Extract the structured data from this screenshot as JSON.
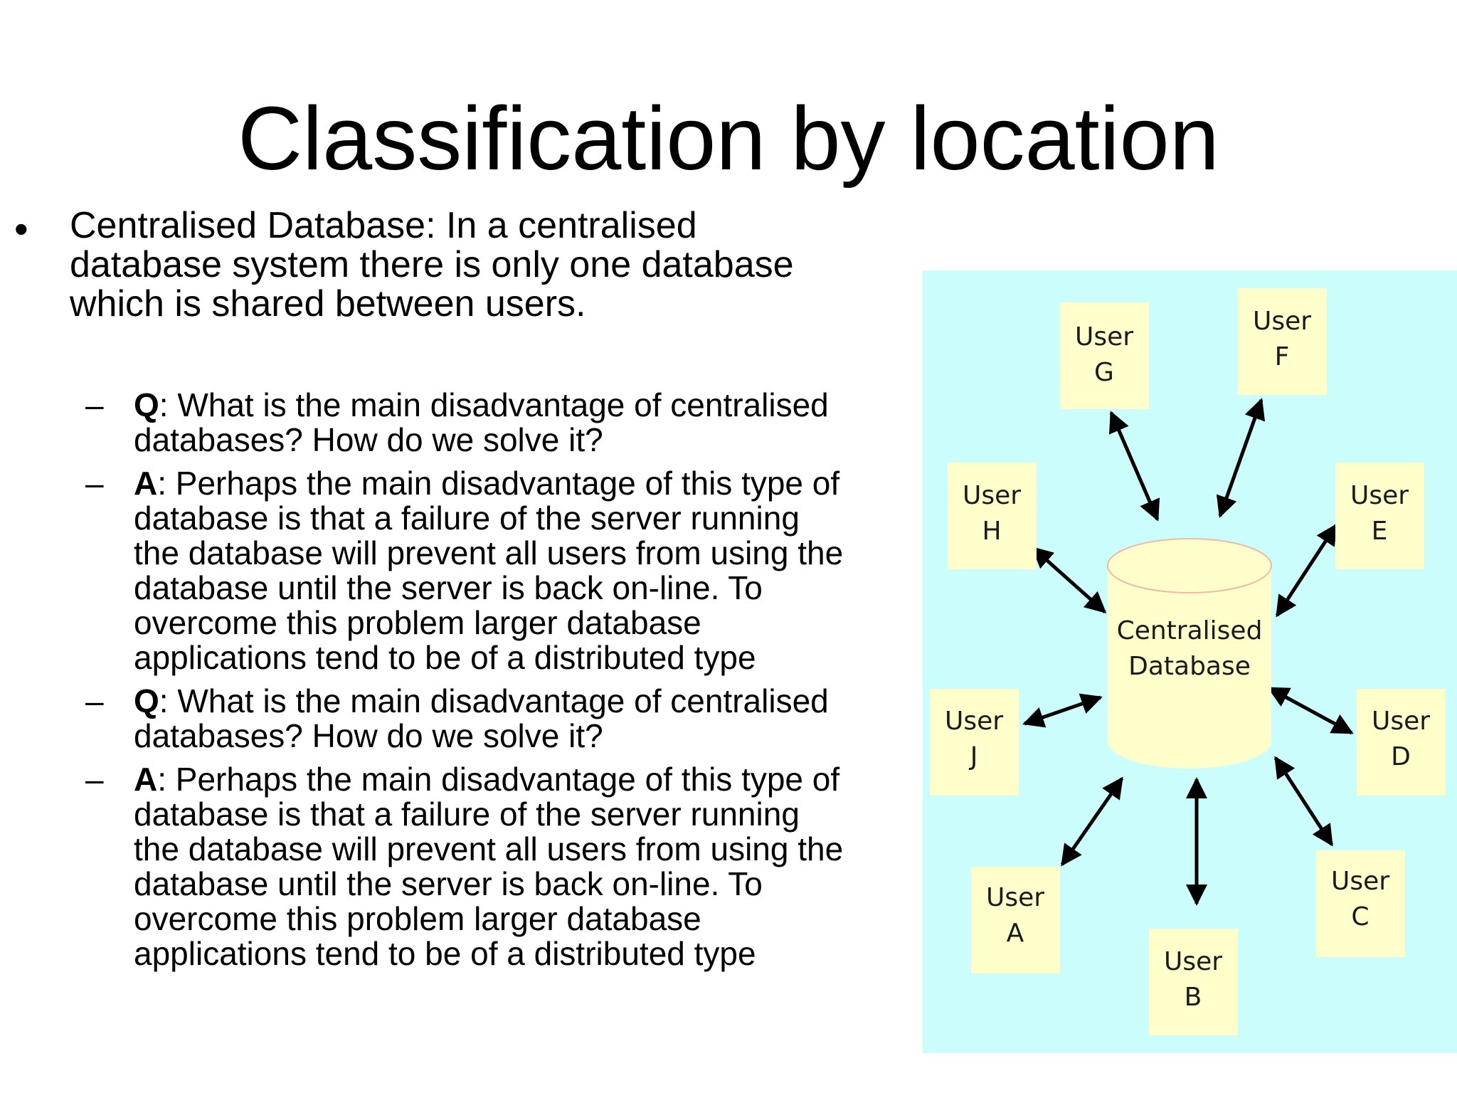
{
  "slide": {
    "title": "Classification by location",
    "bullet": {
      "lines": [
        "Centralised Database: In a centralised",
        "database system there is only one database",
        "which is shared between users."
      ]
    },
    "sub_items": [
      {
        "key": "Q",
        "lines": [
          ": What is the main disadvantage of centralised",
          "databases? How do we solve it?"
        ]
      },
      {
        "key": "A",
        "lines": [
          ": Perhaps the main disadvantage of this type of",
          "database is that a failure of the server running",
          "the database will prevent all users from using the",
          "database until the server is back on-line. To",
          "overcome this problem larger database",
          "applications tend to be of a distributed type"
        ]
      },
      {
        "key": "Q",
        "lines": [
          ": What is the main disadvantage of centralised",
          "databases? How do we solve it?"
        ]
      },
      {
        "key": "A",
        "lines": [
          ": Perhaps the main disadvantage of this type of",
          "database is that a failure of the server running",
          "the database will prevent all users from using the",
          "database until the server is back on-line. To",
          "overcome this problem larger database",
          "applications tend to be of a distributed type"
        ]
      }
    ]
  },
  "diagram": {
    "database": {
      "line1": "Centralised",
      "line2": "Database"
    },
    "users": [
      {
        "word": "User",
        "letter": "G"
      },
      {
        "word": "User",
        "letter": "F"
      },
      {
        "word": "User",
        "letter": "H"
      },
      {
        "word": "User",
        "letter": "E"
      },
      {
        "word": "User",
        "letter": "J"
      },
      {
        "word": "User",
        "letter": "D"
      },
      {
        "word": "User",
        "letter": "A"
      },
      {
        "word": "User",
        "letter": "C"
      },
      {
        "word": "User",
        "letter": "B"
      }
    ],
    "colors": {
      "panel_background": "#ccfdfd",
      "user_box": "#ffffcc",
      "cylinder": "#ffffcc",
      "cylinder_outline": "#f2b8a8",
      "arrow": "#000000"
    }
  }
}
